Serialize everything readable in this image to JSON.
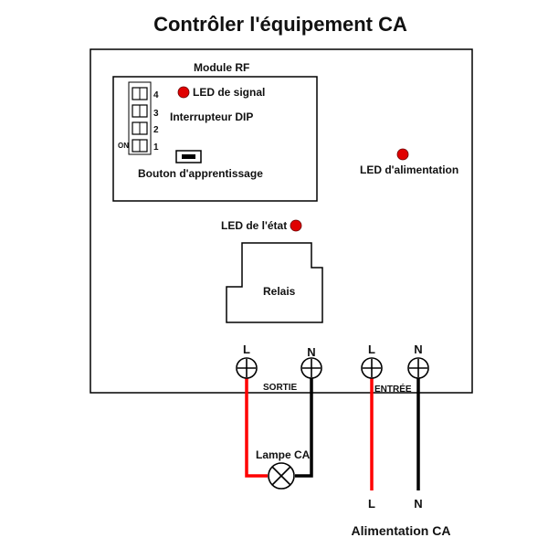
{
  "title": "Contrôler l'équipement CA",
  "rf_module": {
    "label": "Module RF",
    "signal_led": "LED de signal",
    "dip_label": "Interrupteur DIP",
    "dip_numbers": [
      "4",
      "3",
      "2",
      "1"
    ],
    "dip_on": "ON",
    "learn_button": "Bouton d'apprentissage"
  },
  "power_led": "LED d'alimentation",
  "status_led": "LED de l'état",
  "relay": "Relais",
  "terminals": {
    "out_l": "L",
    "out_n": "N",
    "in_l": "L",
    "in_n": "N",
    "output_label": "SORTIE",
    "input_label": "ENTRÉE"
  },
  "lamp": "Lampe CA",
  "supply": {
    "l": "L",
    "n": "N",
    "label": "Alimentation CA"
  },
  "colors": {
    "led": "#e00000",
    "live_wire": "#ff0000",
    "neutral_wire": "#000000"
  }
}
